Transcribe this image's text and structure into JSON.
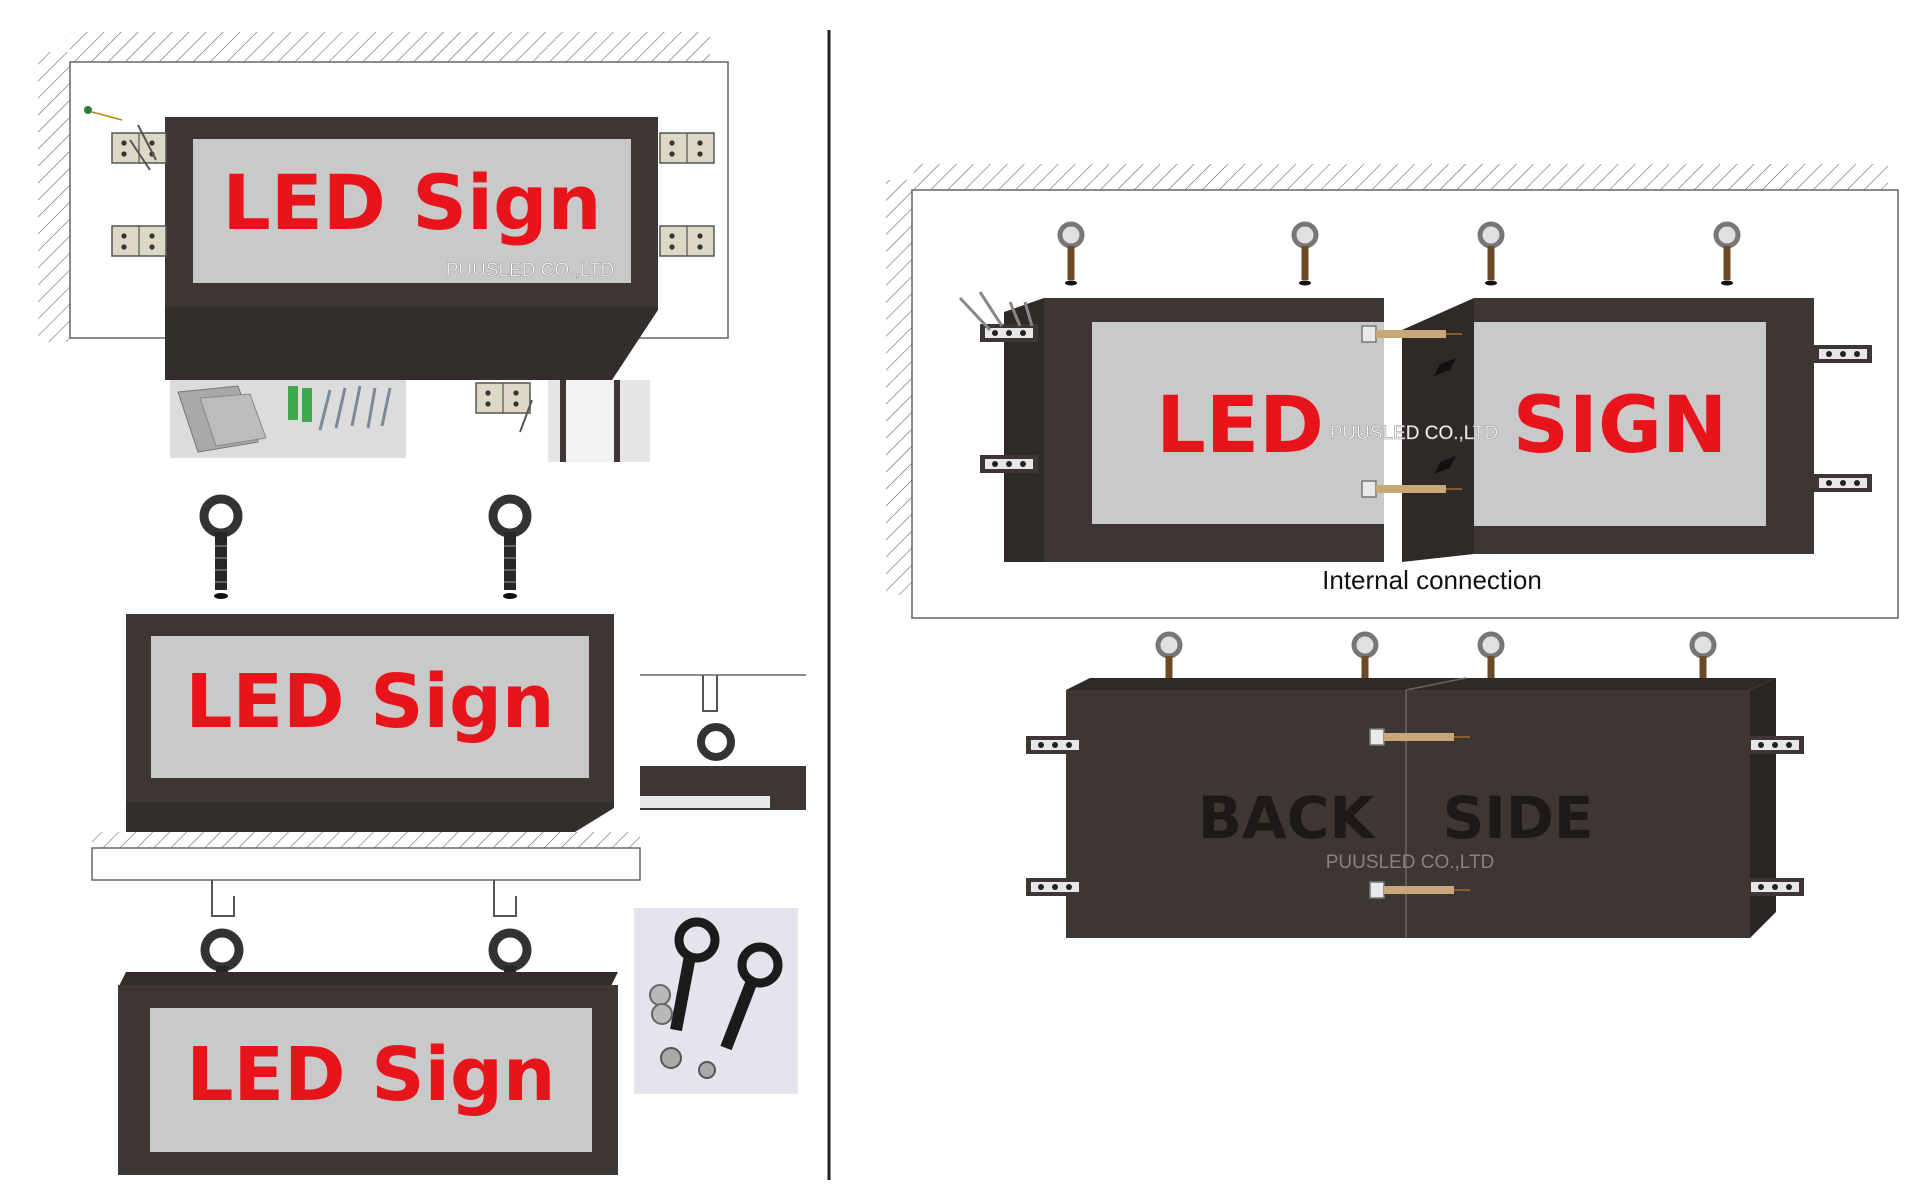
{
  "colors": {
    "sign_dark": "#3d3635",
    "sign_edge": "#2b2524",
    "panel": "#c9c9c9",
    "led_red": "#e8141b",
    "back_text": "#1e1918",
    "bolt": "#222222",
    "eyebolt_ring": "#555555",
    "watermark": "#ffffff",
    "hatch": "#666666",
    "divider": "#222222"
  },
  "figure_1": {
    "sign_text": "LED Sign",
    "watermark": "PUUSLED CO.,LTD"
  },
  "figure_2": {
    "sign_text": "LED Sign"
  },
  "figure_3": {
    "sign_text": "LED Sign"
  },
  "figure_4": {
    "left_text": "LED",
    "right_text": "SIGN",
    "watermark": "PUUSLED CO.,LTD",
    "caption": "Internal connection"
  },
  "figure_5": {
    "left_text": "BACK",
    "right_text": "SIDE",
    "watermark": "PUUSLED CO.,LTD"
  }
}
